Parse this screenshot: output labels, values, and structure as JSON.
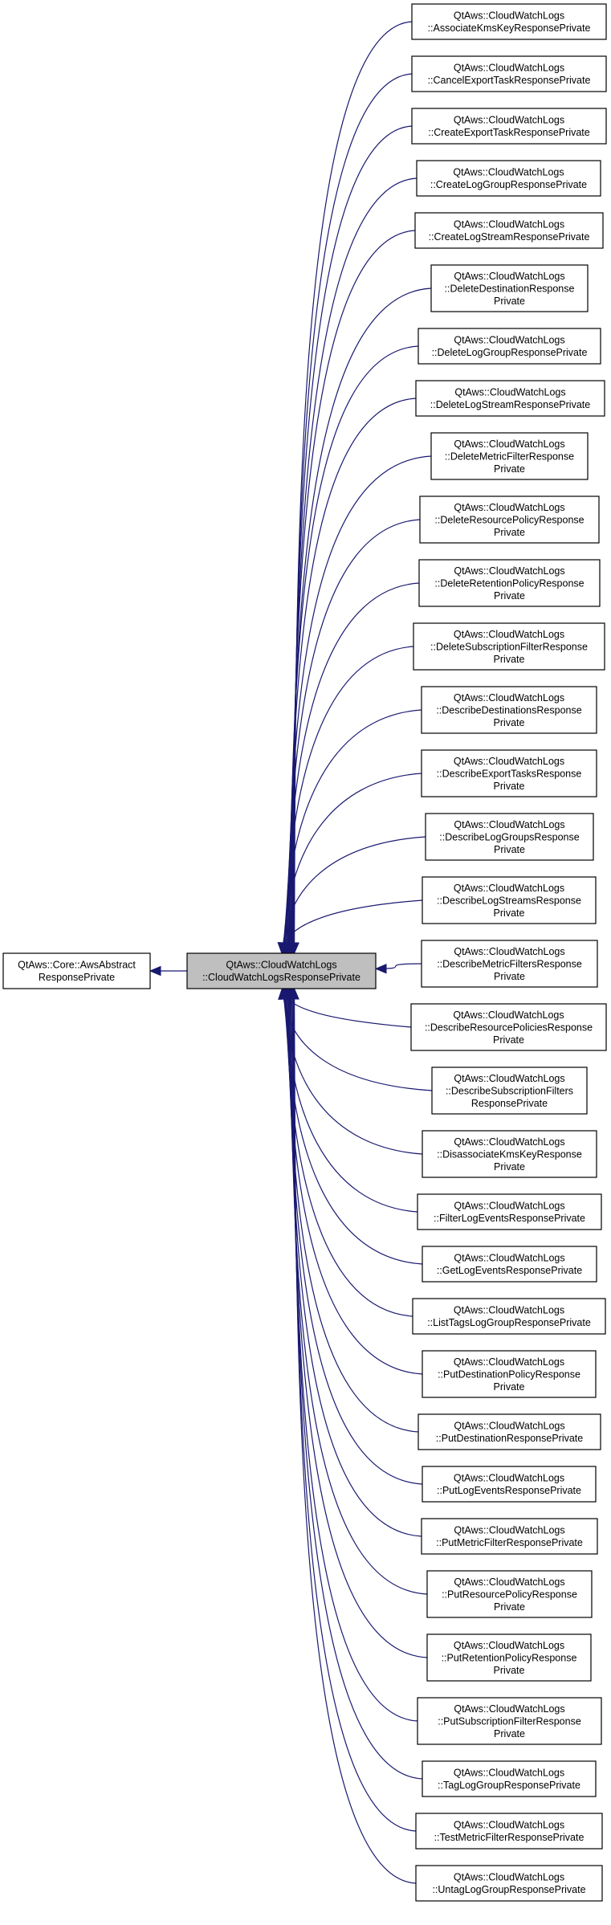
{
  "base": {
    "lines": [
      "QtAws::Core::AwsAbstract",
      "ResponsePrivate"
    ]
  },
  "center": {
    "lines": [
      "QtAws::CloudWatchLogs",
      "::CloudWatchLogsResponsePrivate"
    ]
  },
  "children": [
    {
      "lines": [
        "QtAws::CloudWatchLogs",
        "::AssociateKmsKeyResponsePrivate"
      ]
    },
    {
      "lines": [
        "QtAws::CloudWatchLogs",
        "::CancelExportTaskResponsePrivate"
      ]
    },
    {
      "lines": [
        "QtAws::CloudWatchLogs",
        "::CreateExportTaskResponsePrivate"
      ]
    },
    {
      "lines": [
        "QtAws::CloudWatchLogs",
        "::CreateLogGroupResponsePrivate"
      ]
    },
    {
      "lines": [
        "QtAws::CloudWatchLogs",
        "::CreateLogStreamResponsePrivate"
      ]
    },
    {
      "lines": [
        "QtAws::CloudWatchLogs",
        "::DeleteDestinationResponse",
        "Private"
      ]
    },
    {
      "lines": [
        "QtAws::CloudWatchLogs",
        "::DeleteLogGroupResponsePrivate"
      ]
    },
    {
      "lines": [
        "QtAws::CloudWatchLogs",
        "::DeleteLogStreamResponsePrivate"
      ]
    },
    {
      "lines": [
        "QtAws::CloudWatchLogs",
        "::DeleteMetricFilterResponse",
        "Private"
      ]
    },
    {
      "lines": [
        "QtAws::CloudWatchLogs",
        "::DeleteResourcePolicyResponse",
        "Private"
      ]
    },
    {
      "lines": [
        "QtAws::CloudWatchLogs",
        "::DeleteRetentionPolicyResponse",
        "Private"
      ]
    },
    {
      "lines": [
        "QtAws::CloudWatchLogs",
        "::DeleteSubscriptionFilterResponse",
        "Private"
      ]
    },
    {
      "lines": [
        "QtAws::CloudWatchLogs",
        "::DescribeDestinationsResponse",
        "Private"
      ]
    },
    {
      "lines": [
        "QtAws::CloudWatchLogs",
        "::DescribeExportTasksResponse",
        "Private"
      ]
    },
    {
      "lines": [
        "QtAws::CloudWatchLogs",
        "::DescribeLogGroupsResponse",
        "Private"
      ]
    },
    {
      "lines": [
        "QtAws::CloudWatchLogs",
        "::DescribeLogStreamsResponse",
        "Private"
      ]
    },
    {
      "lines": [
        "QtAws::CloudWatchLogs",
        "::DescribeMetricFiltersResponse",
        "Private"
      ]
    },
    {
      "lines": [
        "QtAws::CloudWatchLogs",
        "::DescribeResourcePoliciesResponse",
        "Private"
      ]
    },
    {
      "lines": [
        "QtAws::CloudWatchLogs",
        "::DescribeSubscriptionFilters",
        "ResponsePrivate"
      ]
    },
    {
      "lines": [
        "QtAws::CloudWatchLogs",
        "::DisassociateKmsKeyResponse",
        "Private"
      ]
    },
    {
      "lines": [
        "QtAws::CloudWatchLogs",
        "::FilterLogEventsResponsePrivate"
      ]
    },
    {
      "lines": [
        "QtAws::CloudWatchLogs",
        "::GetLogEventsResponsePrivate"
      ]
    },
    {
      "lines": [
        "QtAws::CloudWatchLogs",
        "::ListTagsLogGroupResponsePrivate"
      ]
    },
    {
      "lines": [
        "QtAws::CloudWatchLogs",
        "::PutDestinationPolicyResponse",
        "Private"
      ]
    },
    {
      "lines": [
        "QtAws::CloudWatchLogs",
        "::PutDestinationResponsePrivate"
      ]
    },
    {
      "lines": [
        "QtAws::CloudWatchLogs",
        "::PutLogEventsResponsePrivate"
      ]
    },
    {
      "lines": [
        "QtAws::CloudWatchLogs",
        "::PutMetricFilterResponsePrivate"
      ]
    },
    {
      "lines": [
        "QtAws::CloudWatchLogs",
        "::PutResourcePolicyResponse",
        "Private"
      ]
    },
    {
      "lines": [
        "QtAws::CloudWatchLogs",
        "::PutRetentionPolicyResponse",
        "Private"
      ]
    },
    {
      "lines": [
        "QtAws::CloudWatchLogs",
        "::PutSubscriptionFilterResponse",
        "Private"
      ]
    },
    {
      "lines": [
        "QtAws::CloudWatchLogs",
        "::TagLogGroupResponsePrivate"
      ]
    },
    {
      "lines": [
        "QtAws::CloudWatchLogs",
        "::TestMetricFilterResponsePrivate"
      ]
    },
    {
      "lines": [
        "QtAws::CloudWatchLogs",
        "::UntagLogGroupResponsePrivate"
      ]
    }
  ],
  "colors": {
    "edge": "#191970",
    "center_fill": "#bfbfbf",
    "node_fill": "#ffffff",
    "node_stroke": "#000000"
  }
}
